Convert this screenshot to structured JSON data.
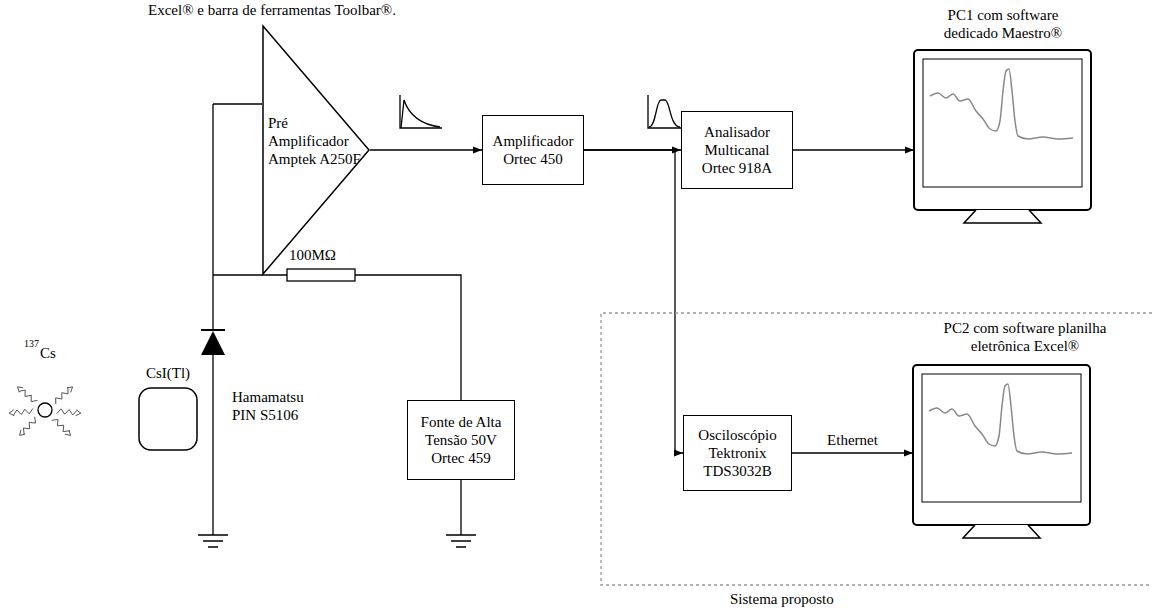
{
  "diagram": {
    "nodes": [
      {
        "text": [
          "Pré Amplificador Amptek A250F"
        ]
      },
      {
        "text": [
          "Amplificador Ortec 450"
        ]
      },
      {
        "text": [
          "Analisador Multicanal Ortec 918A"
        ]
      },
      {
        "text": [
          "PC1 com software dedicado Maestro®"
        ]
      },
      {
        "text": [
          "CsI(Tl)"
        ]
      },
      {
        "text": [
          "Fonte de Alta Tensão 50V Ortec 459"
        ]
      },
      {
        "text": [
          "Sistema proposto"
        ]
      },
      {
        "text": [
          "Osciloscópio Tektronix TDS3032B"
        ],
        "in": 6
      },
      {
        "text": [
          "PC2 com software planilha eletrônica Excel®"
        ],
        "in": 6
      }
    ],
    "edges": [
      {
        "from": 0,
        "to": 1,
        "arrow": "to"
      },
      {
        "from": 1,
        "to": 2,
        "arrow": "to"
      },
      {
        "from": 1,
        "to": 7,
        "arrow": "to"
      },
      {
        "from": 2,
        "to": 3,
        "arrow": "to"
      },
      {
        "from": 7,
        "to": 8,
        "arrow": "to",
        "label": "Ethernet"
      }
    ],
    "labels": [
      "Excel® e barra de ferramentas Toolbar®.",
      "137",
      "Cs",
      "100MΩ",
      "Hamamatsu PIN S5106"
    ]
  }
}
